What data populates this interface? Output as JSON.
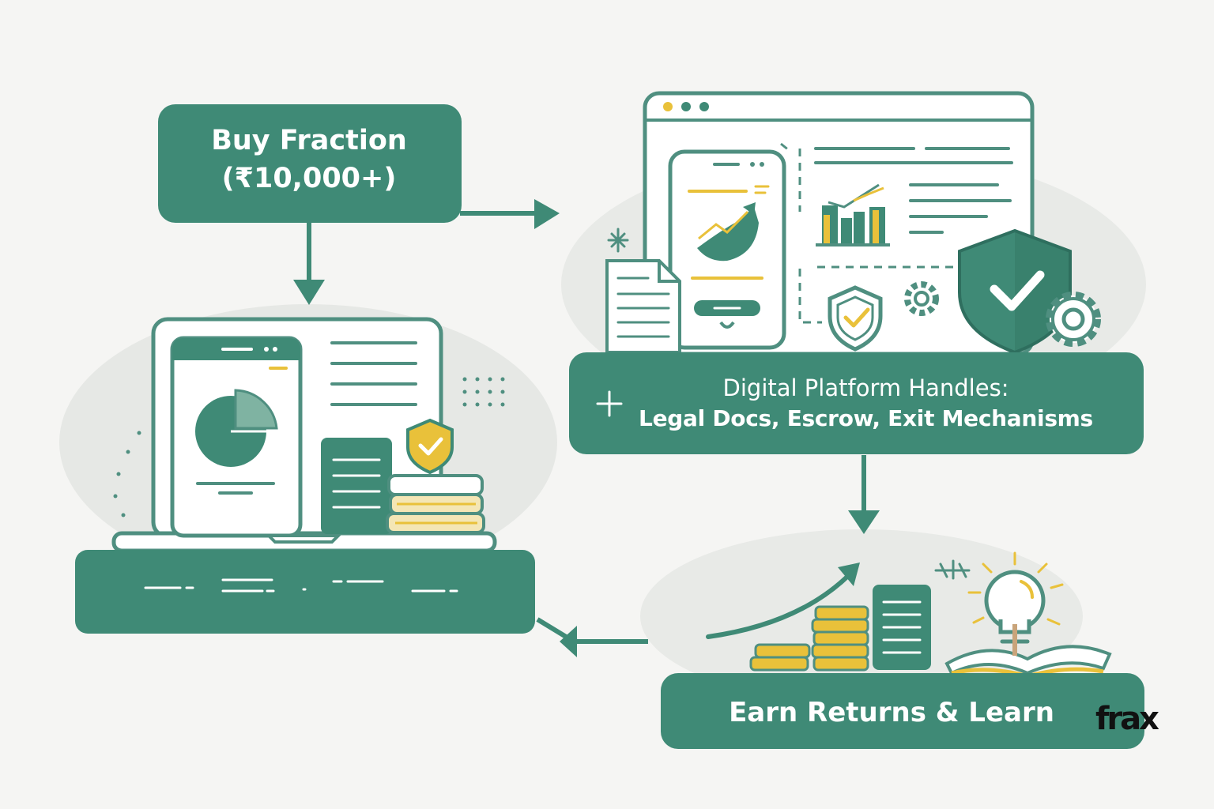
{
  "steps": {
    "buy": {
      "line1": "Buy Fraction",
      "line2": "(₹10,000+)"
    },
    "platform": {
      "line1": "Digital Platform Handles:",
      "line2": "Legal Docs, Escrow, Exit Mechanisms"
    },
    "earn": {
      "label": "Earn Returns & Learn"
    }
  },
  "logo": {
    "text": "frax"
  },
  "colors": {
    "primary": "#3f8a76",
    "accent": "#e9c13a",
    "outline": "#4f8f80",
    "background": "#f5f5f3",
    "blob": "#e6e8e5"
  },
  "icons": [
    "laptop-icon",
    "pie-chart-icon",
    "shield-check-icon",
    "book-stack-icon",
    "browser-window-icon",
    "phone-chart-icon",
    "bar-chart-icon",
    "gear-icon",
    "document-icon",
    "coin-stack-icon",
    "lightbulb-icon",
    "open-book-icon",
    "growth-arrow-icon",
    "sparkle-icon"
  ]
}
